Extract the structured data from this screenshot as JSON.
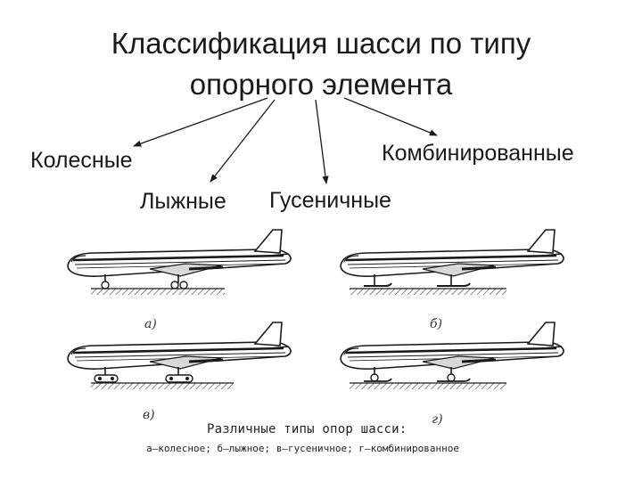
{
  "title": {
    "line1": "Классификация шасси по типу",
    "line2": "опорного элемента"
  },
  "categories": {
    "wheel": "Колесные",
    "ski": "Лыжные",
    "track": "Гусеничные",
    "combined": "Комбинированные"
  },
  "figure": {
    "labels": {
      "a": "а)",
      "b": "б)",
      "c": "в)",
      "d": "г)"
    },
    "caption_title": "Различные типы опор шасси:",
    "caption_legend": "а—колесное; б—лыжное; в—гусеничное; г—комбинированное"
  },
  "colors": {
    "ink": "#1a1a1a",
    "ground_hatch": "#555555"
  }
}
